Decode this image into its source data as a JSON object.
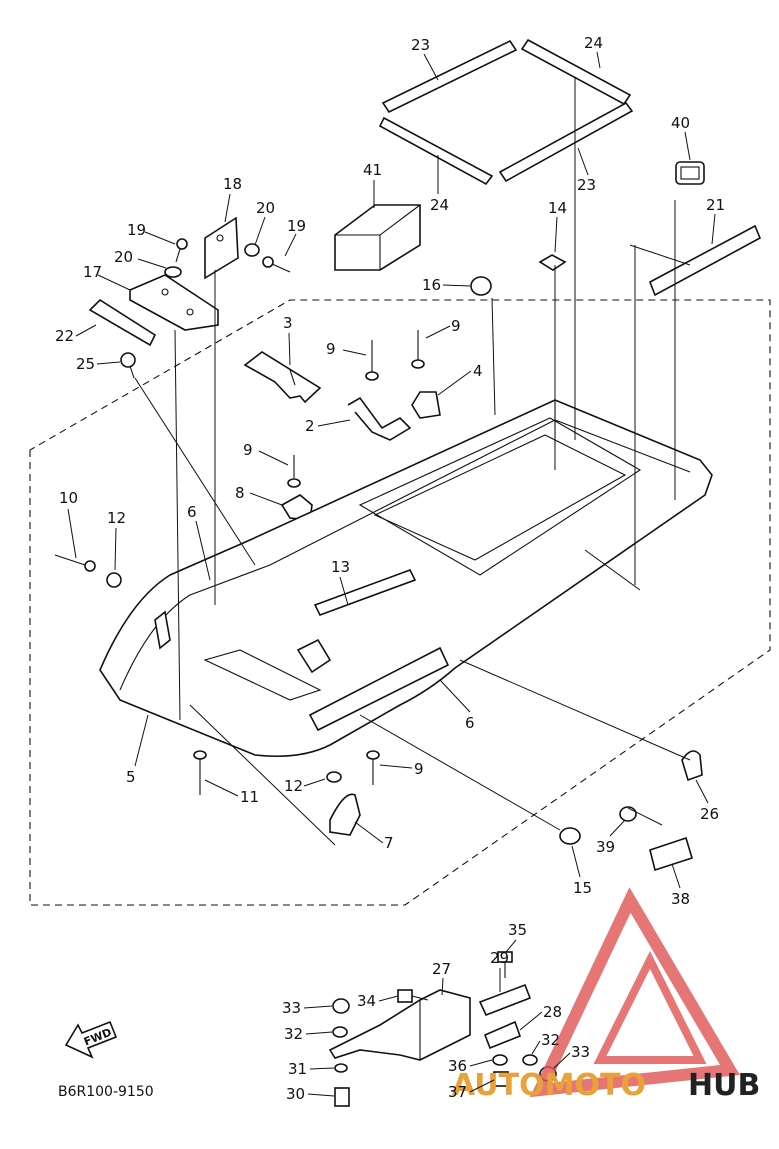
{
  "diagram": {
    "drawing_code": "B6R100-9150",
    "direction_label": "FWD",
    "watermark": {
      "part1": "AUTOMOTO",
      "part2": "HUB",
      "accent_color": "#e8a23a",
      "logo_color": "#e05555"
    },
    "callouts": [
      {
        "id": "c23a",
        "text": "23"
      },
      {
        "id": "c24a",
        "text": "24"
      },
      {
        "id": "c40",
        "text": "40"
      },
      {
        "id": "c41",
        "text": "41"
      },
      {
        "id": "c24b",
        "text": "24"
      },
      {
        "id": "c23b",
        "text": "23"
      },
      {
        "id": "c21",
        "text": "21"
      },
      {
        "id": "c18",
        "text": "18"
      },
      {
        "id": "c20a",
        "text": "20"
      },
      {
        "id": "c19a",
        "text": "19"
      },
      {
        "id": "c19b",
        "text": "19"
      },
      {
        "id": "c20b",
        "text": "20"
      },
      {
        "id": "c14",
        "text": "14"
      },
      {
        "id": "c17",
        "text": "17"
      },
      {
        "id": "c16",
        "text": "16"
      },
      {
        "id": "c22",
        "text": "22"
      },
      {
        "id": "c3",
        "text": "3"
      },
      {
        "id": "c9a",
        "text": "9"
      },
      {
        "id": "c9b",
        "text": "9"
      },
      {
        "id": "c25",
        "text": "25"
      },
      {
        "id": "c4",
        "text": "4"
      },
      {
        "id": "c2",
        "text": "2"
      },
      {
        "id": "c9c",
        "text": "9"
      },
      {
        "id": "c8",
        "text": "8"
      },
      {
        "id": "c10",
        "text": "10"
      },
      {
        "id": "c12a",
        "text": "12"
      },
      {
        "id": "c6a",
        "text": "6"
      },
      {
        "id": "c13",
        "text": "13"
      },
      {
        "id": "c6b",
        "text": "6"
      },
      {
        "id": "c5",
        "text": "5"
      },
      {
        "id": "c11",
        "text": "11"
      },
      {
        "id": "c12b",
        "text": "12"
      },
      {
        "id": "c9d",
        "text": "9"
      },
      {
        "id": "c26",
        "text": "26"
      },
      {
        "id": "c7",
        "text": "7"
      },
      {
        "id": "c39",
        "text": "39"
      },
      {
        "id": "c15",
        "text": "15"
      },
      {
        "id": "c38",
        "text": "38"
      },
      {
        "id": "c35",
        "text": "35"
      },
      {
        "id": "c27",
        "text": "27"
      },
      {
        "id": "c29",
        "text": "29"
      },
      {
        "id": "c33a",
        "text": "33"
      },
      {
        "id": "c34",
        "text": "34"
      },
      {
        "id": "c28",
        "text": "28"
      },
      {
        "id": "c32a",
        "text": "32"
      },
      {
        "id": "c32b",
        "text": "32"
      },
      {
        "id": "c33b",
        "text": "33"
      },
      {
        "id": "c31",
        "text": "31"
      },
      {
        "id": "c36",
        "text": "36"
      },
      {
        "id": "c30",
        "text": "30"
      },
      {
        "id": "c37",
        "text": "37"
      }
    ]
  }
}
